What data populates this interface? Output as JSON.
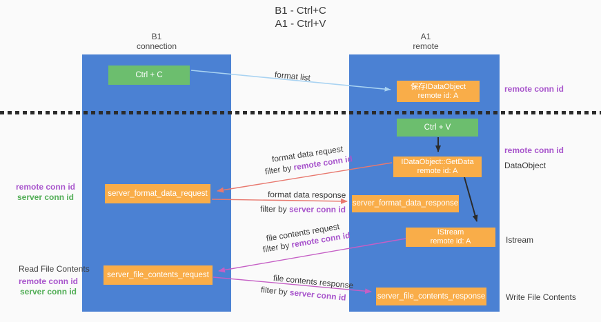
{
  "title": {
    "line1": "B1 - Ctrl+C",
    "line2": "A1 - Ctrl+V"
  },
  "lanes": {
    "left": {
      "name": "B1",
      "role": "connection"
    },
    "right": {
      "name": "A1",
      "role": "remote"
    }
  },
  "nodes": {
    "ctrl_c": {
      "label": "Ctrl + C"
    },
    "ctrl_v": {
      "label": "Ctrl + V"
    },
    "save_dataobject": {
      "line1": "保存IDataObject",
      "line2": "remote id: A"
    },
    "getdata": {
      "line1": "IDataObject::GetData",
      "line2": "remote id: A"
    },
    "istream": {
      "line1": "IStream",
      "line2": "remote id: A"
    },
    "format_request": {
      "label": "server_format_data_request"
    },
    "format_response": {
      "label": "server_format_data_response"
    },
    "file_request": {
      "label": "server_file_contents_request"
    },
    "file_response": {
      "label": "server_file_contents_response"
    }
  },
  "edge_labels": {
    "format_list": "format list",
    "format_data_request": "format data request",
    "format_data_request_filter": {
      "prefix": "filter by ",
      "key": "remote conn id"
    },
    "format_data_response": "format data response",
    "format_data_response_filter": {
      "prefix": "filter by ",
      "key": "server conn id"
    },
    "file_contents_request": "file contents request",
    "file_contents_request_filter": {
      "prefix": "filter by ",
      "key": "remote conn id"
    },
    "file_contents_response": "file contents response",
    "file_contents_response_filter": {
      "prefix": "filter by ",
      "key": "server conn id"
    }
  },
  "side_labels": {
    "right_remote_conn_1": "remote conn id",
    "right_remote_conn_2": "remote conn id",
    "right_dataobject": "DataObject",
    "right_istream": "Istream",
    "right_write_file": "Write File Contents",
    "left_remote_conn_1": "remote conn id",
    "left_server_conn_1": "server conn id",
    "left_read_file": "Read File Contents",
    "left_remote_conn_2": "remote conn id",
    "left_server_conn_2": "server conn id"
  },
  "colors": {
    "lane": "#4b81d3",
    "green_box": "#6cbe6e",
    "orange_box": "#f9ad49",
    "purple_text": "#a855cc",
    "green_text": "#53ae57",
    "arrow_blue": "#a9d3f2",
    "arrow_red": "#e8796f",
    "arrow_magenta": "#c55fc5",
    "arrow_black": "#2b2b2b"
  }
}
